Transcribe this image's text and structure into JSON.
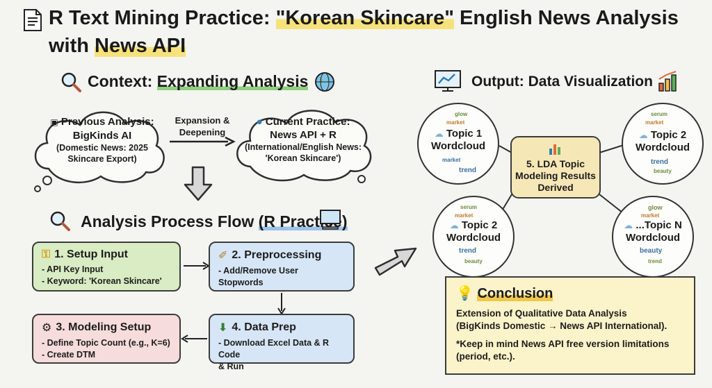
{
  "title": {
    "prefix": "R Text Mining Practice: ",
    "highlight1": "\"Korean Skincare\"",
    "middle": " English News Analysis with ",
    "highlight2": "News API"
  },
  "context": {
    "heading_prefix": "Context: ",
    "heading_underlined": "Expanding Analysis",
    "previous": {
      "title_line1": "Previous Analysis:",
      "title_line2": "BigKinds AI",
      "detail_line1": "(Domestic News: 2025",
      "detail_line2": "Skincare Export)"
    },
    "arrow_label_line1": "Expansion &",
    "arrow_label_line2": "Deepening",
    "current": {
      "title_line1": "Current Practice:",
      "title_line2": "News API + R",
      "detail_line1": "(International/English News:",
      "detail_line2": "'Korean Skincare')"
    }
  },
  "process": {
    "heading_prefix": "Analysis Process Flow ",
    "heading_underlined": "(R Practice)",
    "steps": [
      {
        "title": "1. Setup Input",
        "items": [
          "- API Key Input",
          "- Keyword: 'Korean Skincare'"
        ]
      },
      {
        "title": "2. Preprocessing",
        "items": [
          "- Add/Remove User Stopwords"
        ]
      },
      {
        "title": "3. Modeling Setup",
        "items": [
          "- Define Topic Count (e.g., K=6)",
          "- Create DTM"
        ]
      },
      {
        "title": "4. Data Prep",
        "items": [
          "- Download Excel Data & R Code",
          "& Run"
        ]
      }
    ]
  },
  "output": {
    "heading": "Output: Data Visualization",
    "center_line1": "5. LDA Topic",
    "center_line2": "Modeling Results",
    "center_line3": "Derived",
    "topics": [
      {
        "line1": "Topic 1",
        "line2": "Wordcloud"
      },
      {
        "line1": "Topic 2",
        "line2": "Wordcloud"
      },
      {
        "line1": "Topic 2",
        "line2": "Wordcloud"
      },
      {
        "line1": "...Topic N",
        "line2": "Wordcloud"
      }
    ],
    "cloud_words": [
      "glow",
      "market",
      "trend",
      "serum",
      "beauty"
    ]
  },
  "conclusion": {
    "heading": "Conclusion",
    "p1_line1": "Extension of Qualitative Data Analysis",
    "p1_line2": "(BigKinds Domestic → News API International).",
    "p2_line1": "*Keep in mind News API free version limitations",
    "p2_line2": "(period, etc.)."
  },
  "colors": {
    "green": "#d9ecc4",
    "blue": "#d6e6f6",
    "pink": "#f6dcdc",
    "yellow": "#fbf3c9"
  }
}
